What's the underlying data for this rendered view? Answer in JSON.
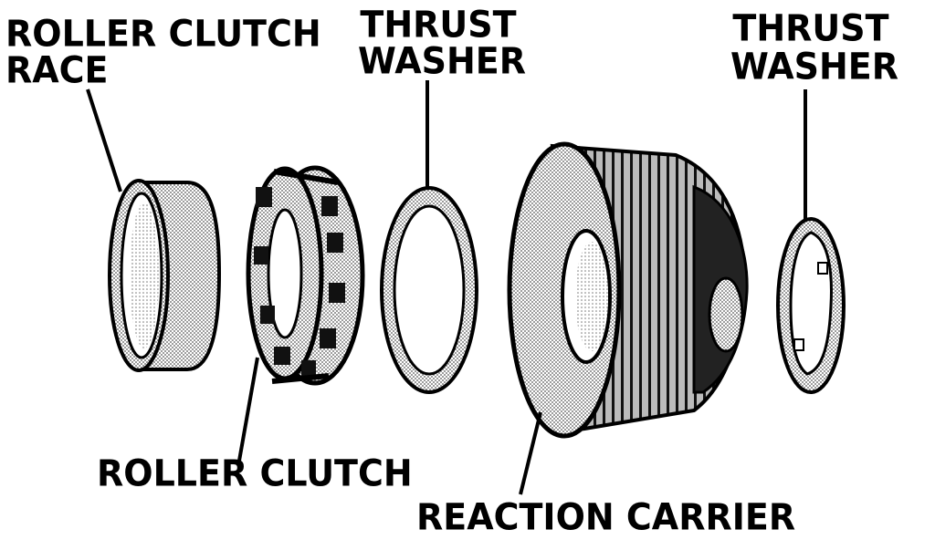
{
  "labels": {
    "roller_clutch_race_line1": "ROLLER CLUTCH",
    "roller_clutch_race_line2": "RACE",
    "thrust_washer_1_line1": "THRUST",
    "thrust_washer_1_line2": "WASHER",
    "thrust_washer_2_line1": "THRUST",
    "thrust_washer_2_line2": "WASHER",
    "roller_clutch": "ROLLER CLUTCH",
    "reaction_carrier": "REACTION CARRIER"
  },
  "colors": {
    "ink": "#000000",
    "stipple": "#bdbdbd",
    "paper": "#ffffff"
  }
}
